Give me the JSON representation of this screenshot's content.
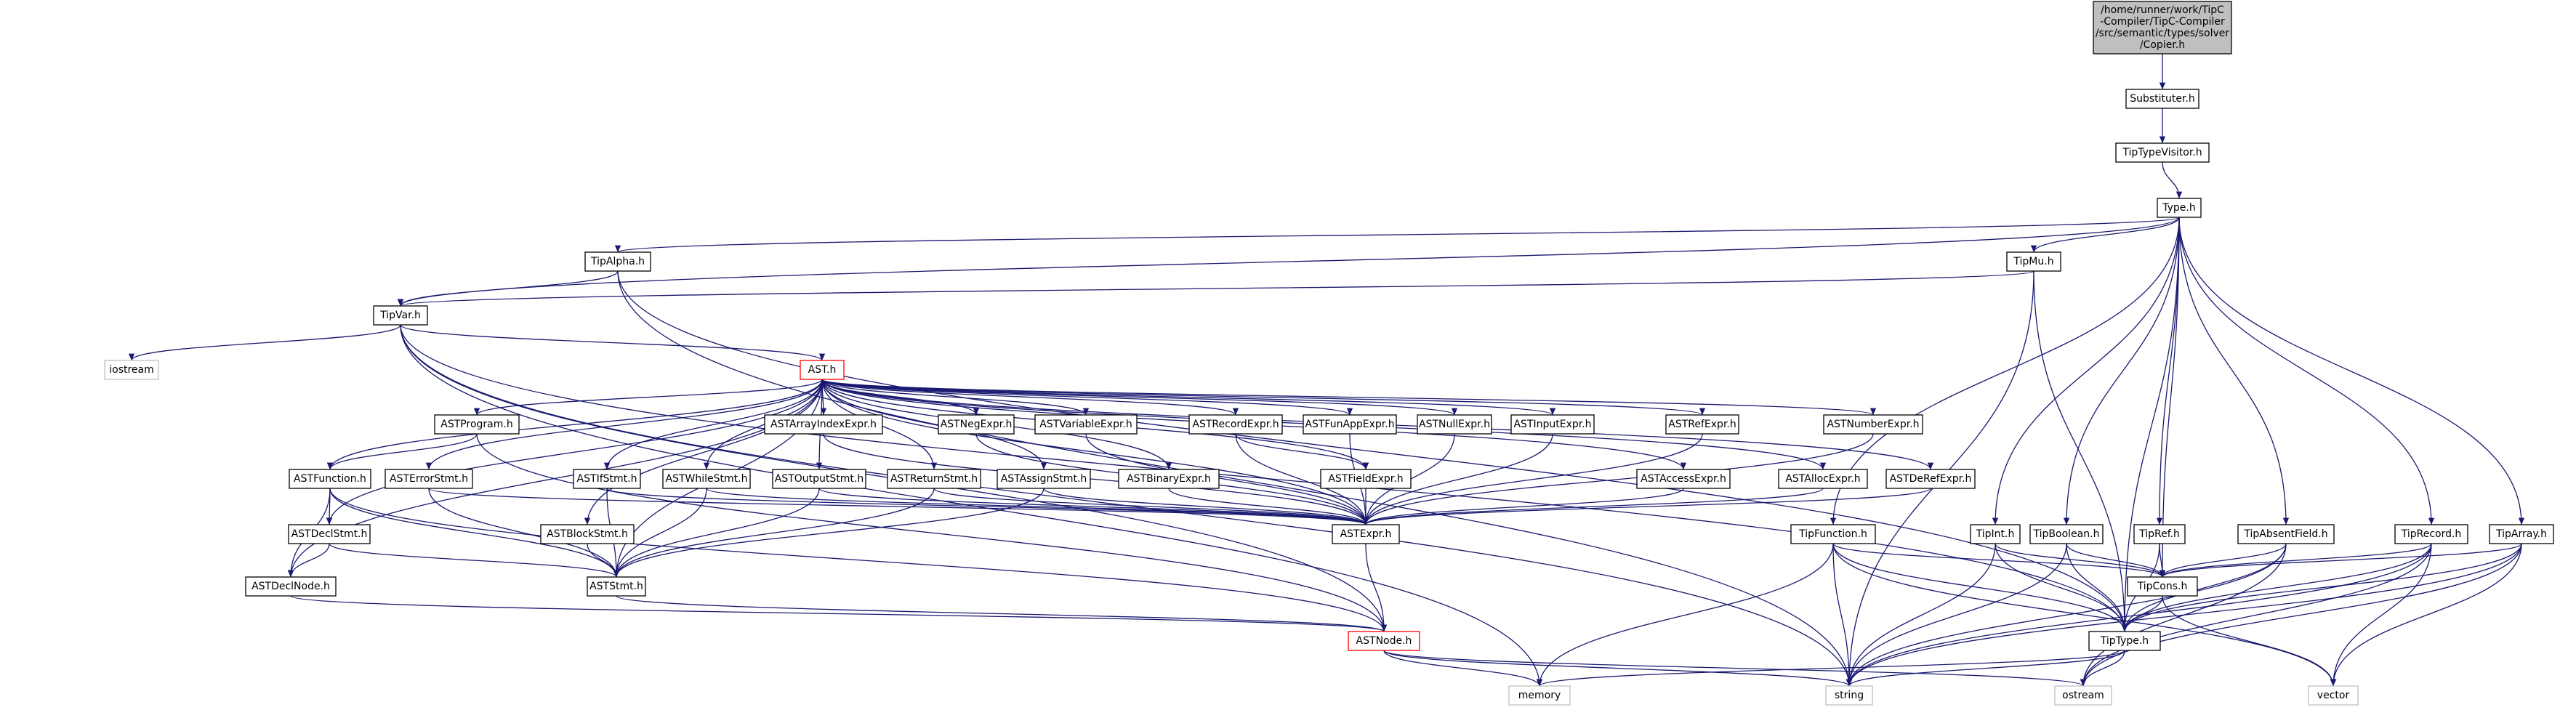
{
  "colors": {
    "edge": "#191970",
    "node_border": "#000000",
    "root_fill": "#bfbfbf",
    "node_fill": "#ffffff",
    "incomplete_border": "#ff0000",
    "external_border": "#bfbfbf",
    "text": "#000000"
  },
  "root": {
    "lines": [
      "/home/runner/work/TipC",
      "-Compiler/TipC-Compiler",
      "/src/semantic/types/solver",
      "/Copier.h"
    ]
  },
  "nodes": {
    "substituter": "Substituter.h",
    "tiptypevisitor": "TipTypeVisitor.h",
    "type": "Type.h",
    "tipalpha": "TipAlpha.h",
    "tipmu": "TipMu.h",
    "tipvar": "TipVar.h",
    "iostream": "iostream",
    "ast": "AST.h",
    "astprogram": "ASTProgram.h",
    "astarrayindexexpr": "ASTArrayIndexExpr.h",
    "astnegexpr": "ASTNegExpr.h",
    "astvariableexpr": "ASTVariableExpr.h",
    "astrecordexpr": "ASTRecordExpr.h",
    "astfunappexpr": "ASTFunAppExpr.h",
    "astnullexpr": "ASTNullExpr.h",
    "astinputexpr": "ASTInputExpr.h",
    "astrefexpr": "ASTRefExpr.h",
    "astnumberexpr": "ASTNumberExpr.h",
    "astfunction": "ASTFunction.h",
    "asterrorstmt": "ASTErrorStmt.h",
    "astifstmt": "ASTIfStmt.h",
    "astwhilestmt": "ASTWhileStmt.h",
    "astoutputstmt": "ASTOutputStmt.h",
    "astreturnstmt": "ASTReturnStmt.h",
    "astassignstmt": "ASTAssignStmt.h",
    "astbinaryexpr": "ASTBinaryExpr.h",
    "astfieldexpr": "ASTFieldExpr.h",
    "astaccessexpr": "ASTAccessExpr.h",
    "astallocexpr": "ASTAllocExpr.h",
    "astderefexpr": "ASTDeRefExpr.h",
    "astdeclstmt": "ASTDeclStmt.h",
    "astblockstmt": "ASTBlockStmt.h",
    "astexpr": "ASTExpr.h",
    "astdeclnode": "ASTDeclNode.h",
    "aststmt": "ASTStmt.h",
    "tipfunction": "TipFunction.h",
    "tipint": "TipInt.h",
    "tipboolean": "TipBoolean.h",
    "tipref": "TipRef.h",
    "tipabsentfield": "TipAbsentField.h",
    "tiprecord": "TipRecord.h",
    "tiparray": "TipArray.h",
    "tipcons": "TipCons.h",
    "astnode": "ASTNode.h",
    "tiptype": "TipType.h",
    "memory": "memory",
    "string": "string",
    "ostream": "ostream",
    "vector": "vector"
  }
}
